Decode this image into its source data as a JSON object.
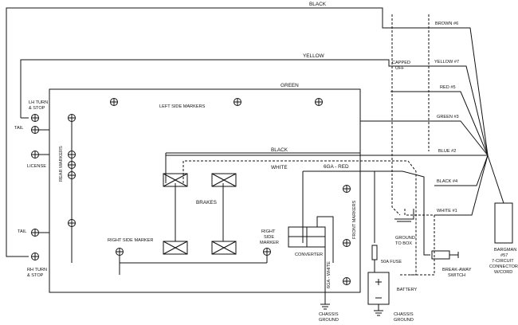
{
  "wires": {
    "black_top": "BLACK",
    "yellow": "YELLOW",
    "green_top": "GREEN",
    "black_mid": "BLACK",
    "white_mid": "WHITE",
    "red_6ga": "6GA - RED",
    "white_6ga": "6GA - WHITE"
  },
  "connector_pins": [
    {
      "label": "BROWN #6"
    },
    {
      "label": "YELLOW #7"
    },
    {
      "label": "RED #5"
    },
    {
      "label": "GREEN #3"
    },
    {
      "label": "BLUE #2"
    },
    {
      "label": "BLACK #4"
    },
    {
      "label": "WHITE #1"
    }
  ],
  "labels": {
    "capped_off": [
      "CAPPED",
      "OFF"
    ],
    "left_side_markers": "LEFT SIDE MARKERS",
    "lh_turn": [
      "LH TURN",
      "& STOP"
    ],
    "tail_top": "TAIL",
    "license": "LICENSE",
    "tail_bottom": "TAIL",
    "rh_turn": [
      "RH TURN",
      "& STOP"
    ],
    "rear_markers": "REAR MARKERS",
    "brakes": "BRAKES",
    "right_side_marker": "RIGHT SIDE MARKER",
    "right_side_marker_2": [
      "RIGHT",
      "SIDE",
      "MARKER"
    ],
    "converter": "CONVERTER",
    "chassis_ground_1": [
      "CHASSIS",
      "GROUND"
    ],
    "front_markers": "FRONT MARKERS",
    "fuse": "50A FUSE",
    "battery": "BATTERY",
    "chassis_ground_2": [
      "CHASSIS",
      "GROUND"
    ],
    "ground_to_box": [
      "GROUND",
      "TO BOX"
    ],
    "breakaway": [
      "BREAK-AWAY",
      "SWITCH"
    ],
    "bargman": [
      "BARGMAN",
      "#57",
      "7-CIRCUIT",
      "CONNECTOR",
      "W/CORD"
    ]
  }
}
